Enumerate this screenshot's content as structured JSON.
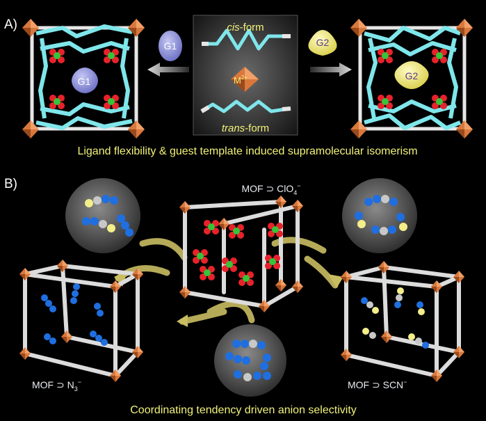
{
  "panel_a": {
    "label": "A)",
    "cis_word": "cis",
    "cis_suffix": "-form",
    "trans_word": "trans",
    "trans_suffix": "-form",
    "metal": "M",
    "metal_charge": "2+",
    "guest1": "G1",
    "guest2": "G2",
    "caption": "Ligand flexibility & guest template induced supramolecular isomerism"
  },
  "panel_b": {
    "label": "B)",
    "mof_top": "MOF ⊃ ClO",
    "mof_top_sub": "4",
    "mof_top_sup": "−",
    "mof_left": "MOF ⊃ N",
    "mof_left_sub": "3",
    "mof_left_sup": "−",
    "mof_right": "MOF ⊃ SCN",
    "mof_right_sup": "−",
    "caption": "Coordinating tendency driven anion selectivity"
  },
  "colors": {
    "background": "#000000",
    "caption": "#f2f27a",
    "ligand": "#7fe6ea",
    "metal_node": "#d9783c",
    "oxygen": "#e8222a",
    "chlorine": "#35c43a",
    "nitrogen": "#1f6fe0",
    "sulfur": "#f3ee8a",
    "carbon": "#c8c8c8",
    "guest1": "#8b8ed8",
    "guest2": "#f1ec7a",
    "arrow": "#c9bd62"
  }
}
